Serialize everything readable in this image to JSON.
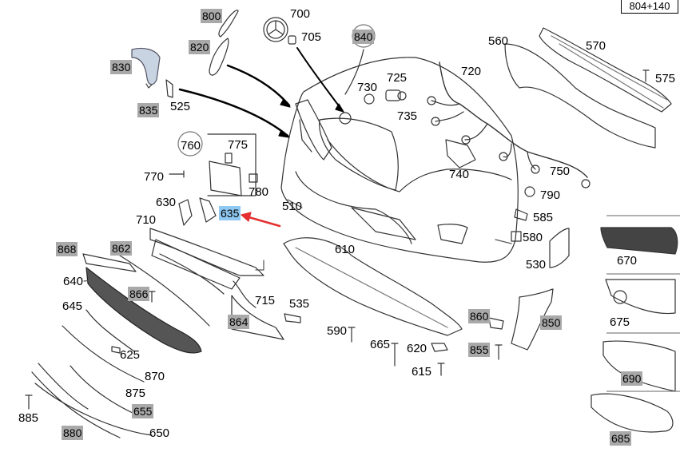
{
  "header": {
    "diagram_ref": "804+140"
  },
  "callouts": {
    "p800": "800",
    "p700": "700",
    "p705": "705",
    "p840": "840",
    "p820": "820",
    "p830": "830",
    "p835": "835",
    "p525": "525",
    "p730": "730",
    "p725": "725",
    "p720": "720",
    "p560": "560",
    "p570": "570",
    "p575": "575",
    "p735": "735",
    "p760": "760",
    "p775": "775",
    "p770": "770",
    "p780": "780",
    "p740": "740",
    "p750": "750",
    "p790": "790",
    "p630": "630",
    "p635": "635",
    "p510": "510",
    "p710": "710",
    "p585": "585",
    "p580": "580",
    "p530": "530",
    "p868": "868",
    "p862": "862",
    "p610": "610",
    "p640": "640",
    "p866": "866",
    "p715": "715",
    "p535": "535",
    "p645": "645",
    "p864": "864",
    "p590": "590",
    "p860": "860",
    "p850": "850",
    "p665": "665",
    "p620": "620",
    "p855": "855",
    "p625": "625",
    "p870": "870",
    "p615": "615",
    "p875": "875",
    "p885": "885",
    "p655": "655",
    "p880": "880",
    "p650": "650",
    "p670": "670",
    "p675": "675",
    "p690": "690",
    "p685": "685"
  },
  "colors": {
    "highlight_gray": "#a9a9a9",
    "highlight_blue": "#8fc8f2",
    "arrow_red": "#e53030"
  }
}
